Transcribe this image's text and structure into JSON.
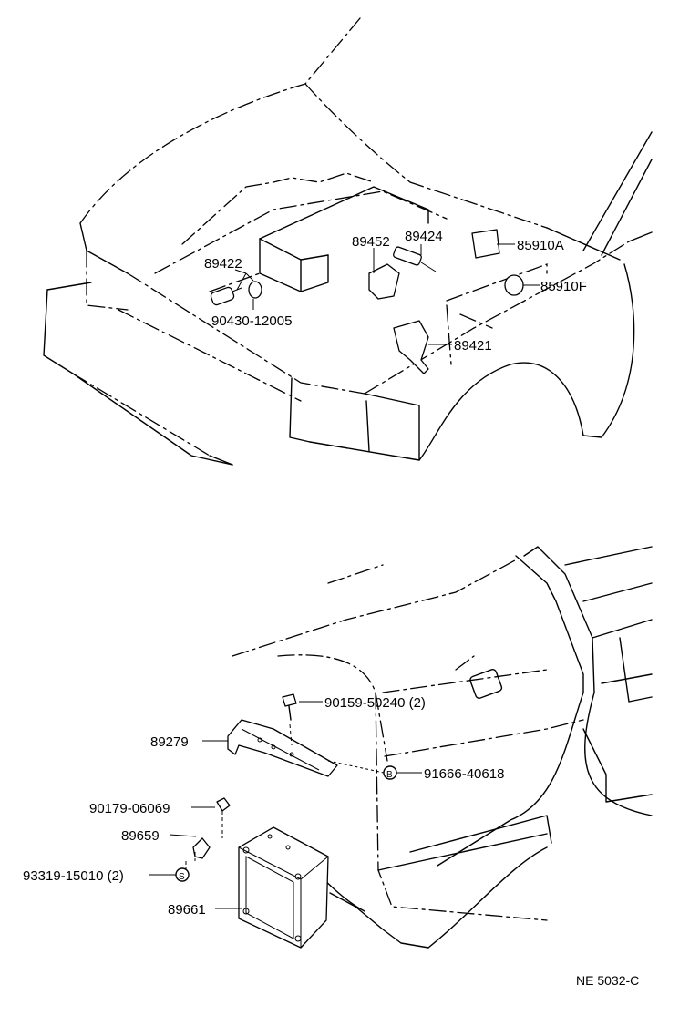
{
  "diagram_code": "NE  5032-C",
  "upper_view": {
    "labels": [
      "89422",
      "90430-12005",
      "89452",
      "89424",
      "85910A",
      "85910F",
      "89421"
    ]
  },
  "lower_view": {
    "labels": [
      "90159-50240 (2)",
      "89279",
      "91666-40618",
      "90179-06069",
      "89659",
      "93319-15010 (2)",
      "89661"
    ],
    "symbol_b": "B",
    "symbol_s": "S"
  }
}
